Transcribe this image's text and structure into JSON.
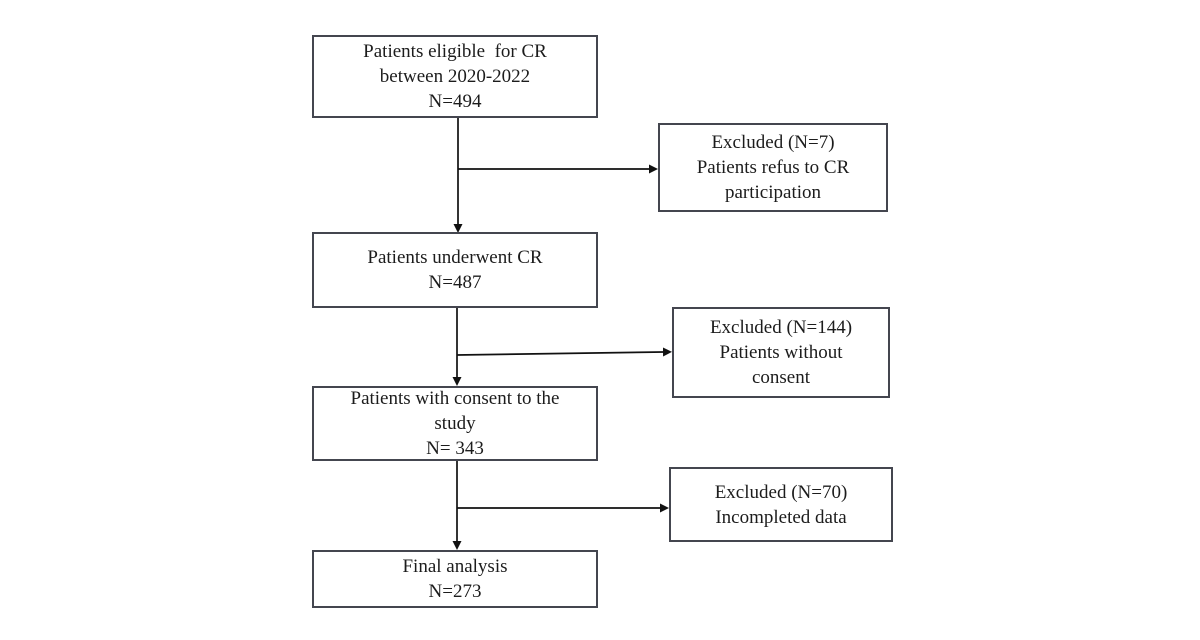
{
  "diagram_type": "flowchart",
  "colors": {
    "background": "#ffffff",
    "box_border": "#44464f",
    "arrow": "#111111",
    "text": "#1c1c1c"
  },
  "nodes": {
    "eligible": {
      "lines": [
        "Patients eligible  for CR",
        "between 2020-2022",
        "N=494"
      ]
    },
    "excluded_refusal": {
      "lines": [
        "Excluded (N=7)",
        "Patients refus to CR",
        "participation"
      ]
    },
    "underwent": {
      "lines": [
        "Patients underwent CR",
        "N=487"
      ]
    },
    "excluded_no_consent": {
      "lines": [
        "Excluded (N=144)",
        "Patients without",
        "consent"
      ]
    },
    "consent": {
      "lines": [
        "Patients with consent to the",
        "study",
        "N= 343"
      ]
    },
    "excluded_incomplete": {
      "lines": [
        "Excluded (N=70)",
        "Incompleted data"
      ]
    },
    "final": {
      "lines": [
        "Final analysis",
        "N=273"
      ]
    }
  },
  "edges": [
    {
      "from": "eligible",
      "to": "underwent"
    },
    {
      "from": "eligible",
      "to": "excluded_refusal"
    },
    {
      "from": "underwent",
      "to": "consent"
    },
    {
      "from": "underwent",
      "to": "excluded_no_consent"
    },
    {
      "from": "consent",
      "to": "final"
    },
    {
      "from": "consent",
      "to": "excluded_incomplete"
    }
  ]
}
